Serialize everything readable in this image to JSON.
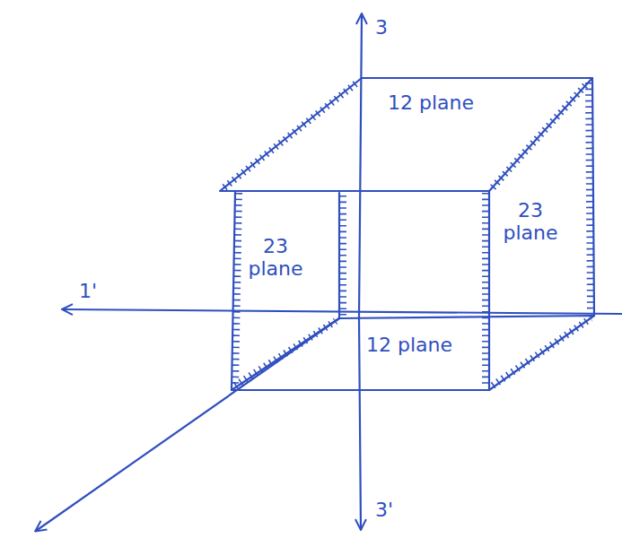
{
  "diagram": {
    "labels": [
      "3",
      "12 plane",
      "23 plane",
      "23 plane",
      "1'",
      "12 plane",
      "3'"
    ]
  }
}
